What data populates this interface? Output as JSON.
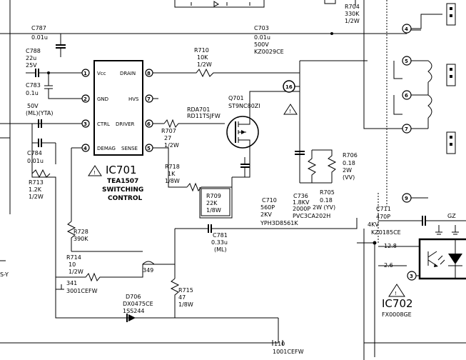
{
  "ic701": {
    "ref": "IC701",
    "part": "TEA1507",
    "function_line1": "SWITCHING",
    "function_line2": "CONTROL",
    "pins": [
      {
        "num": "1",
        "name": "Vcc"
      },
      {
        "num": "2",
        "name": "GND"
      },
      {
        "num": "3",
        "name": "CTRL"
      },
      {
        "num": "4",
        "name": "DEMAG"
      },
      {
        "num": "5",
        "name": "SENSE"
      },
      {
        "num": "6",
        "name": "DRIVER"
      },
      {
        "num": "7",
        "name": "HVS"
      },
      {
        "num": "8",
        "name": "DRAIN"
      }
    ]
  },
  "ic702": {
    "ref": "IC702",
    "part": "FX0008GE",
    "pin3": "3",
    "v1": "12.8",
    "v2": "2.6"
  },
  "q701": {
    "ref": "Q701",
    "part": "ST9NC80ZI"
  },
  "rda701": {
    "ref": "RDA701",
    "part": "RD11TSJFW"
  },
  "test_point": "16",
  "components": {
    "c787": {
      "ref": "C787",
      "val": "0.01u"
    },
    "c788": {
      "ref": "C788",
      "val1": "22u",
      "val2": "25V"
    },
    "c783": {
      "ref": "C783",
      "val": "0.1u"
    },
    "c50v": {
      "val1": "50V",
      "val2": "(ML)(YTA)"
    },
    "c784": {
      "ref": "C784",
      "val": "0.01u"
    },
    "r713": {
      "ref": "R713",
      "val1": "1.2K",
      "val2": "1/2W"
    },
    "c703": {
      "ref": "C703",
      "val1": "0.01u",
      "val2": "500V",
      "val3": "KZ0029CE"
    },
    "r710": {
      "ref": "R710",
      "val1": "10K",
      "val2": "1/2W"
    },
    "r704": {
      "ref": "R704",
      "val1": "330K",
      "val2": "1/2W"
    },
    "r707": {
      "ref": "R707",
      "val1": "27",
      "val2": "1/2W"
    },
    "r718": {
      "ref": "R718",
      "val1": "1K",
      "val2": "1/8W"
    },
    "r709": {
      "ref": "R709",
      "val1": "22K",
      "val2": "1/8W"
    },
    "c781": {
      "ref": "C781",
      "val1": "0.33u",
      "val2": "(ML)"
    },
    "c710": {
      "ref": "C710",
      "val1": "560P",
      "val2": "2KV",
      "val3": "YPH3D8561K"
    },
    "c736": {
      "ref": "C736",
      "val1": "1.8KV",
      "val2": "2000P",
      "val3": "PVC3CA202H"
    },
    "r705": {
      "ref": "R705",
      "val1": "0.18",
      "val2": "2W (YV)"
    },
    "r706": {
      "ref": "R706",
      "val1": "0.18",
      "val2": "2W",
      "val3": "(VV)"
    },
    "c711": {
      "ref": "C711",
      "val1": "470P",
      "val2": "4KV",
      "val3": "KZ0185CE"
    },
    "r728": {
      "ref": "R728",
      "val": "390K"
    },
    "r714": {
      "ref": "R714",
      "val1": "10",
      "val2": "1/2W"
    },
    "n349": {
      "val": "349"
    },
    "n341": {
      "val1": "341",
      "val2": "3001CEFW"
    },
    "d706": {
      "ref": "D706",
      "val1": "DX0475CE",
      "val2": "1SS244"
    },
    "r715": {
      "ref": "R715",
      "val1": "47",
      "val2": "1/8W"
    },
    "n110": {
      "val1": "110",
      "val2": "1001CEFW"
    },
    "gz": {
      "val": "GZ"
    },
    "left_y": {
      "val": "S-Y"
    }
  },
  "transformer_pins": [
    "4",
    "5",
    "6",
    "7",
    "9"
  ]
}
